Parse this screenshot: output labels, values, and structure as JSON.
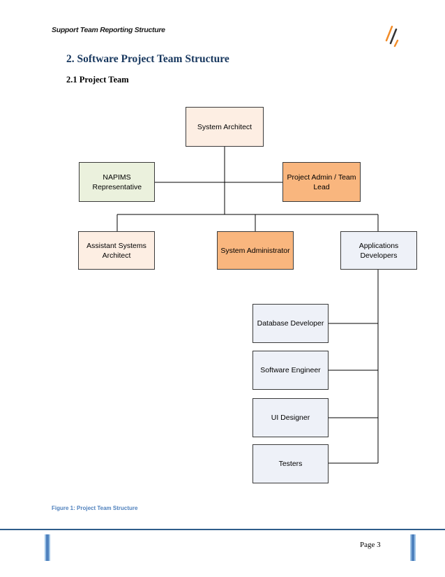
{
  "header": {
    "title": "Support Team Reporting Structure"
  },
  "section": {
    "heading": "2.  Software Project Team Structure",
    "subheading": "2.1 Project Team"
  },
  "org_chart": {
    "boxes": {
      "system_architect": {
        "label": "System Architect",
        "fill": "#fdeee3"
      },
      "napims": {
        "label": "NAPIMS Representative",
        "fill": "#ebf1dd"
      },
      "project_admin": {
        "label": "Project Admin / Team Lead",
        "fill": "#f9b67e"
      },
      "assistant_architect": {
        "label": "Assistant Systems Architect",
        "fill": "#fdeee3"
      },
      "system_administrator": {
        "label": "System Administrator",
        "fill": "#f9b67e"
      },
      "applications_developers": {
        "label": "Applications Developers",
        "fill": "#eef1f8"
      },
      "database_developer": {
        "label": "Database Developer",
        "fill": "#eef1f8"
      },
      "software_engineer": {
        "label": "Software Engineer",
        "fill": "#eef1f8"
      },
      "ui_designer": {
        "label": "UI Designer",
        "fill": "#eef1f8"
      },
      "testers": {
        "label": "Testers",
        "fill": "#eef1f8"
      }
    }
  },
  "caption": "Figure 1: Project Team Structure",
  "footer": {
    "page": "Page 3"
  },
  "colors": {
    "heading": "#17375e",
    "caption": "#4f81bd",
    "footer_line": "#2e5c8a",
    "logo_orange": "#f28c28",
    "logo_dark": "#333333"
  }
}
